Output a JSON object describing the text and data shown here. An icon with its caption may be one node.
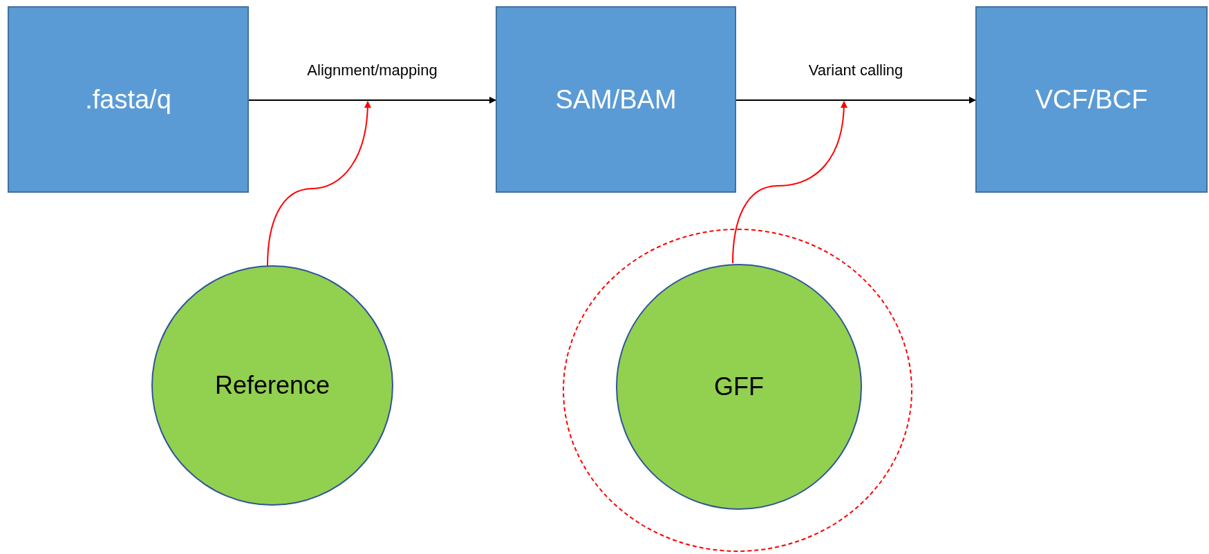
{
  "diagram": {
    "nodes": [
      {
        "text": [
          ".fasta/q"
        ]
      },
      {
        "text": [
          "SAM/BAM"
        ]
      },
      {
        "text": [
          "VCF/BCF"
        ]
      },
      {
        "text": [
          "Reference"
        ]
      },
      {
        "text": [],
        "shape": "circle"
      },
      {
        "text": [
          "GFF"
        ],
        "in": 4
      }
    ],
    "edges": [
      {
        "from": 0,
        "to": 1,
        "arrow": "to",
        "label": "Alignment/mapping"
      },
      {
        "from": 1,
        "to": 2,
        "arrow": "to",
        "label": "Variant calling"
      },
      {
        "from": 3,
        "to": null,
        "arrow": "to",
        "color": "#ff0000"
      },
      {
        "from": 5,
        "to": null,
        "arrow": "to",
        "color": "#ff0000"
      }
    ]
  }
}
